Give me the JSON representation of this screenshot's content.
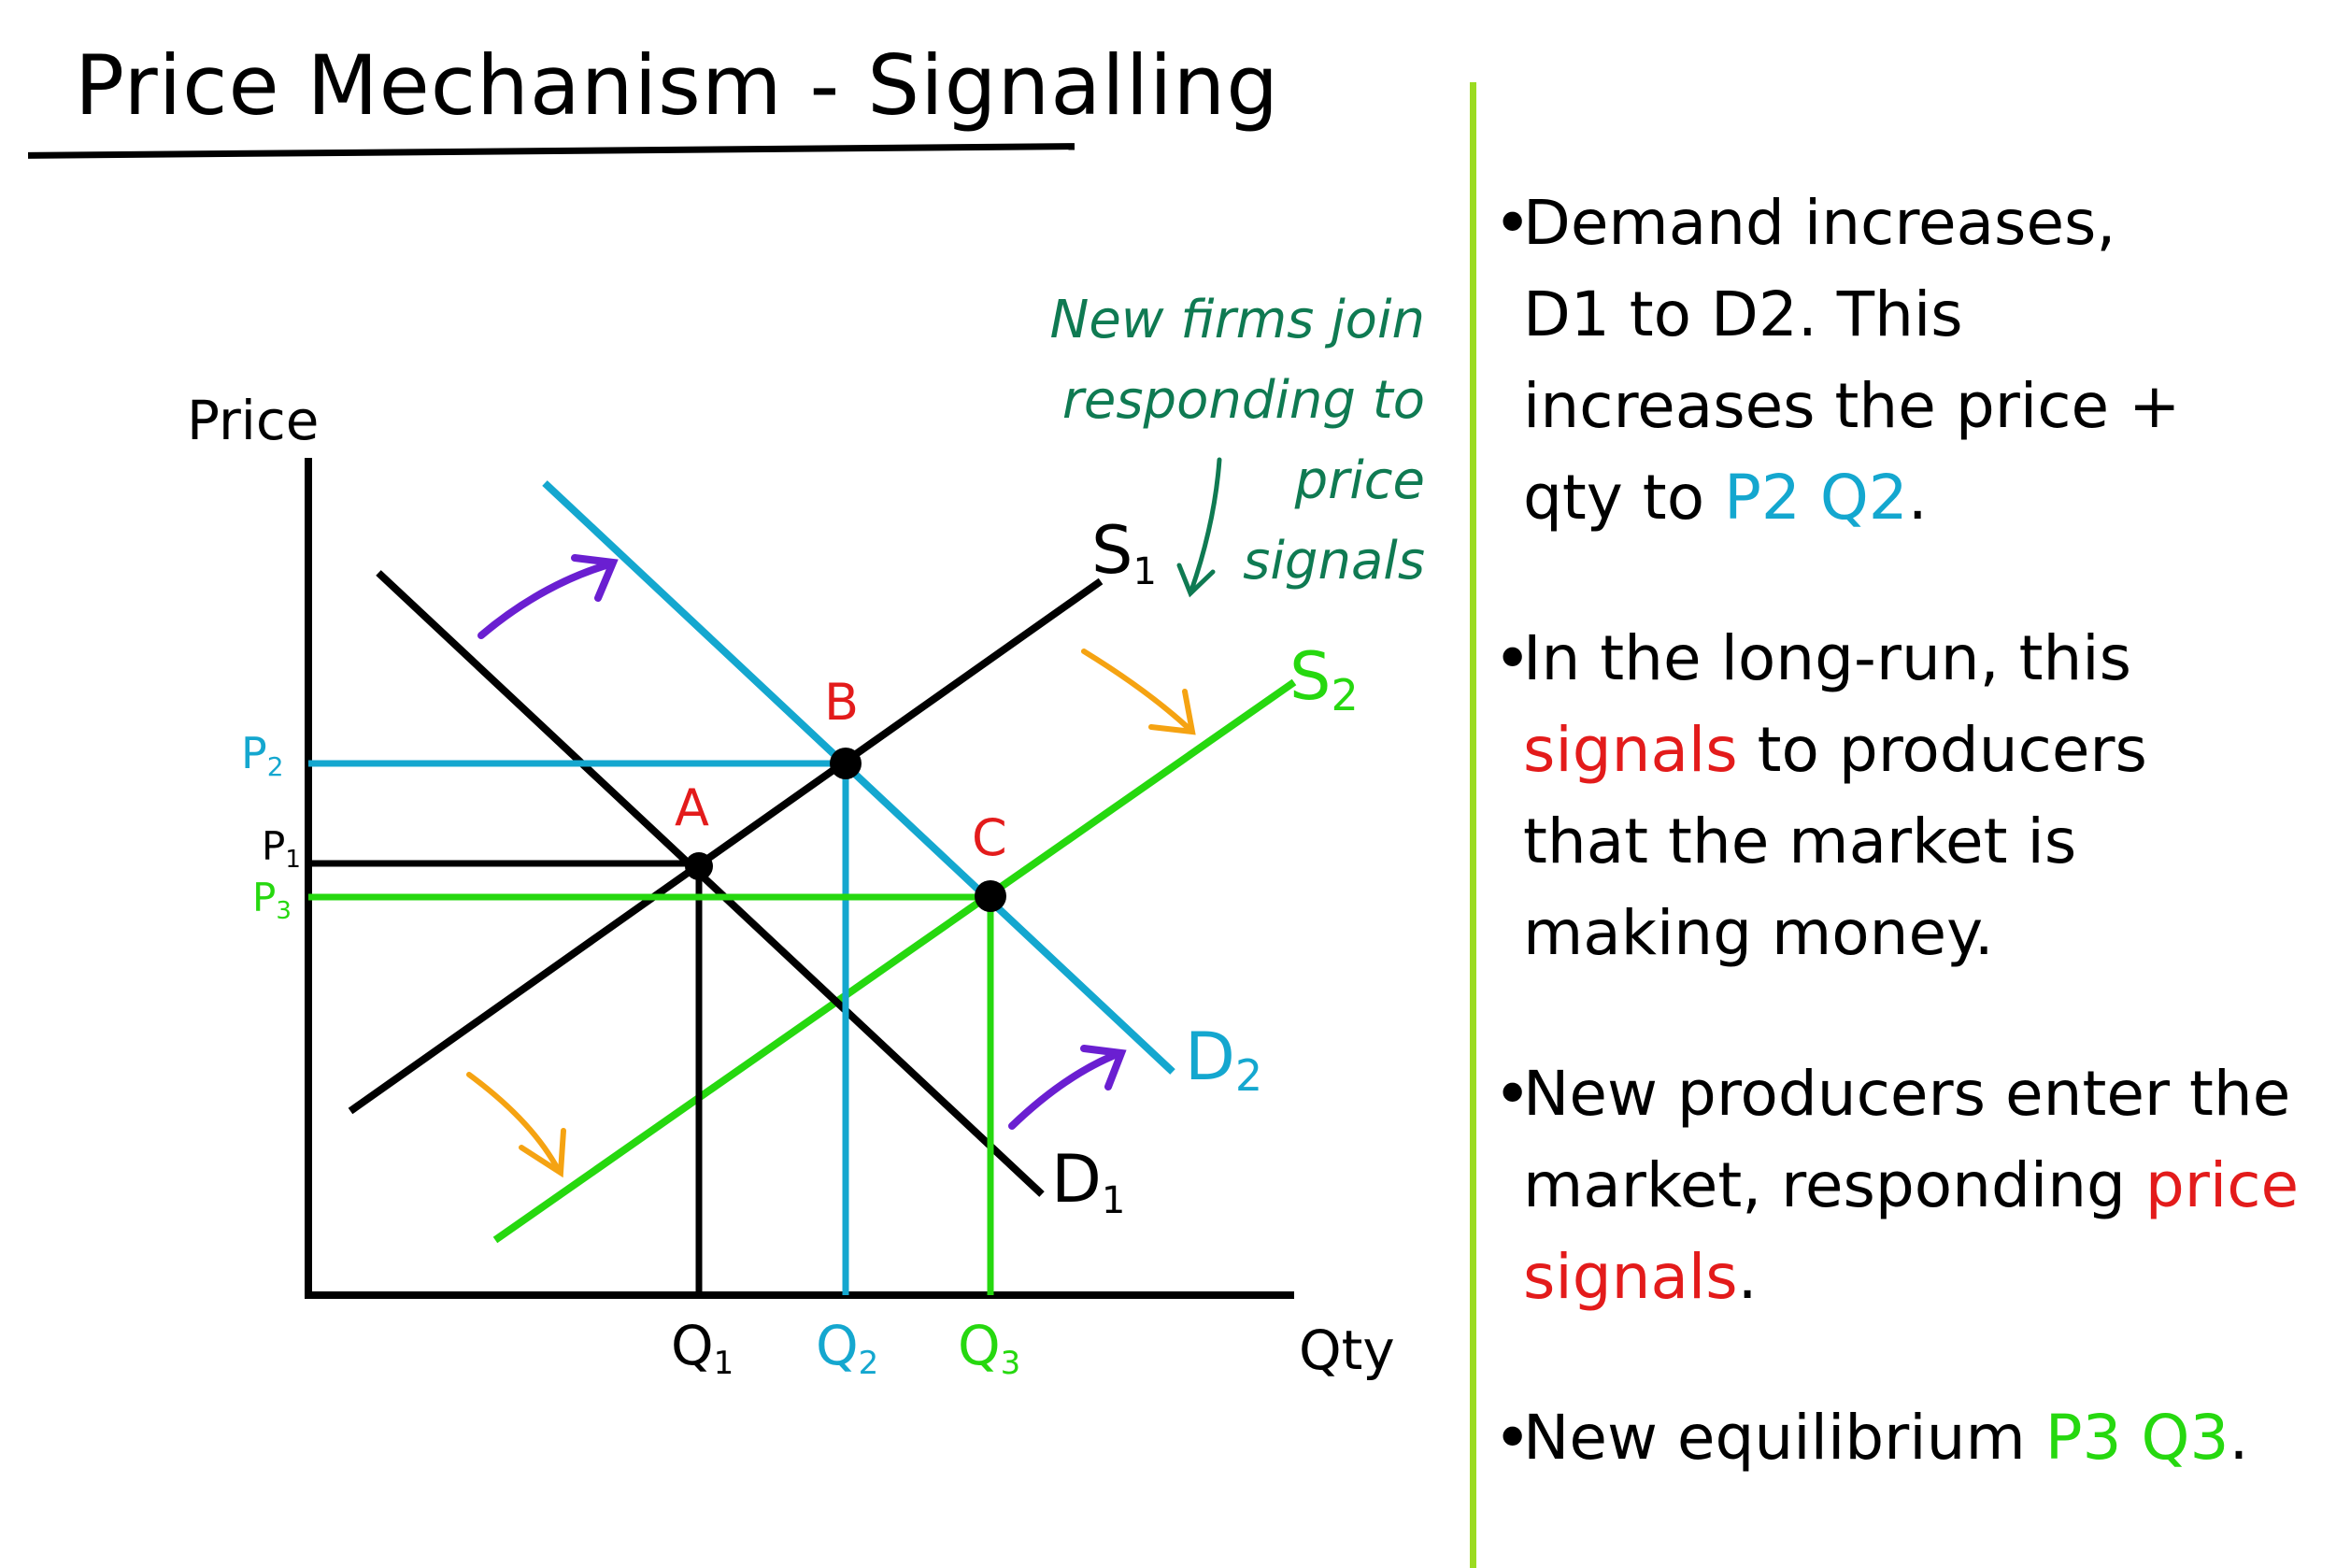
{
  "title": "Price Mechanism - Signalling",
  "diagram": {
    "axis_y_label": "Price",
    "axis_x_label": "Qty",
    "curves": {
      "s1": "S",
      "s1_sub": "1",
      "s2": "S",
      "s2_sub": "2",
      "d1": "D",
      "d1_sub": "1",
      "d2": "D",
      "d2_sub": "2"
    },
    "points": {
      "a": "A",
      "b": "B",
      "c": "C"
    },
    "price_labels": {
      "p2": "P",
      "p2_sub": "2",
      "p1": "P",
      "p1_sub": "1",
      "p3": "P",
      "p3_sub": "3"
    },
    "qty_labels": {
      "q1": "Q",
      "q1_sub": "1",
      "q2": "Q",
      "q2_sub": "2",
      "q3": "Q",
      "q3_sub": "3"
    },
    "annotation": [
      "New firms join",
      "responding to price",
      "signals"
    ],
    "colors": {
      "black": "#000000",
      "d2": "#14a7cf",
      "s2": "#26d80f",
      "point_label": "#e31b1b",
      "demand_arrow": "#6a1fd1",
      "supply_arrow": "#f5a312",
      "annotation": "#0f7a52"
    }
  },
  "notes": {
    "bullet1": {
      "line1": "Demand increases,",
      "line2": "D1 to D2. This",
      "line3": "increases the price +",
      "line4_a": "qty to",
      "line4_b": "P2 Q2",
      "line4_c": "."
    },
    "bullet2": {
      "line1": "In the long-run, this",
      "line2_a": "signals",
      "line2_b": "to producers",
      "line3": "that the market is",
      "line4": "making money."
    },
    "bullet3": {
      "line1": "New producers enter the",
      "line2_a": "market, responding",
      "line2_b": "price",
      "line3_a": "signals",
      "line3_b": "."
    },
    "bullet4": {
      "line1_a": "New equilibrium",
      "line1_b": "P3 Q3",
      "line1_c": "."
    }
  }
}
